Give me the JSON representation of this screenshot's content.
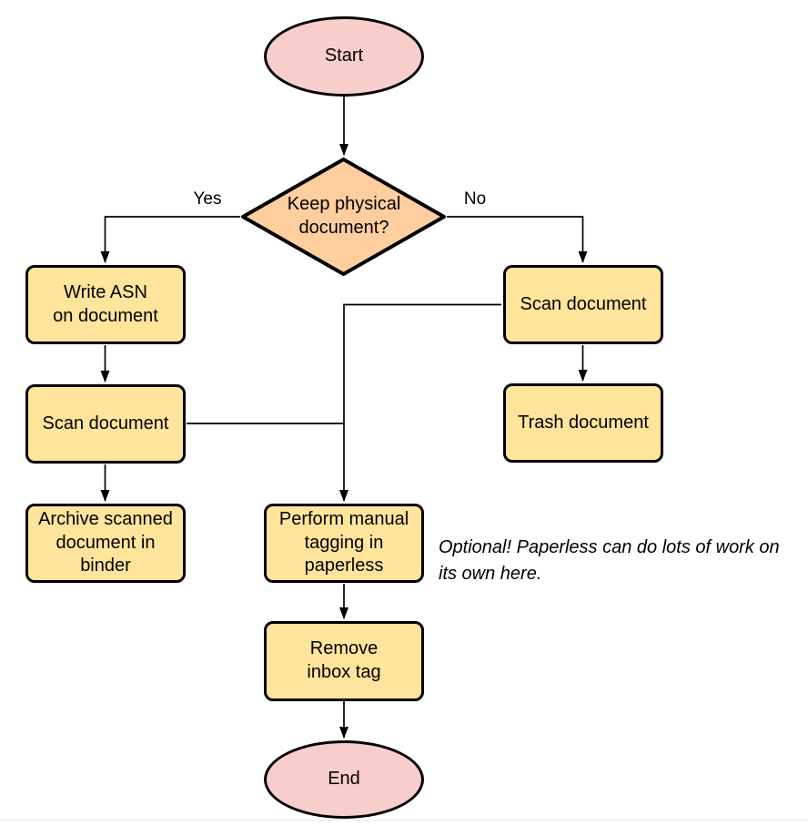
{
  "flowchart": {
    "nodes": {
      "start": "Start",
      "decision": "Keep physical\ndocument?",
      "write_asn": "Write ASN\non document",
      "scan_left": "Scan document",
      "archive": "Archive scanned\ndocument in\nbinder",
      "scan_right": "Scan document",
      "trash": "Trash document",
      "tagging": "Perform manual\ntagging in\npaperless",
      "remove_inbox": "Remove\ninbox tag",
      "end": "End"
    },
    "edge_labels": {
      "yes": "Yes",
      "no": "No"
    },
    "note": "Optional! Paperless can do lots of work on\nits own here.",
    "colors": {
      "terminator_fill": "#f8cecc",
      "decision_fill": "#ffce9f",
      "process_fill": "#ffe49c",
      "shape_stroke": "#000000",
      "connector": "#000000",
      "text": "#000000",
      "page_boundary_line": "#e9e9e9"
    }
  }
}
